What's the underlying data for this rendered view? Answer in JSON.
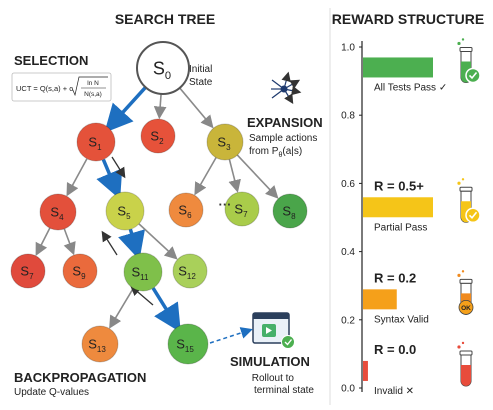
{
  "tree": {
    "title": "SEARCH TREE",
    "root_caption": [
      "Initial",
      "State"
    ],
    "nodes": [
      {
        "id": "s0",
        "label": "S",
        "sub": "0",
        "color": "#ffffff"
      },
      {
        "id": "s1",
        "label": "S",
        "sub": "1",
        "color": "#e4523a"
      },
      {
        "id": "s2",
        "label": "S",
        "sub": "2",
        "color": "#e6523a"
      },
      {
        "id": "s3",
        "label": "S",
        "sub": "3",
        "color": "#c9b53a"
      },
      {
        "id": "s4",
        "label": "S",
        "sub": "4",
        "color": "#e3503b"
      },
      {
        "id": "s5",
        "label": "S",
        "sub": "5",
        "color": "#c9d24a"
      },
      {
        "id": "s6",
        "label": "S",
        "sub": "6",
        "color": "#ef8a3e"
      },
      {
        "id": "s7r",
        "label": "S",
        "sub": "7",
        "color": "#a9cc4a"
      },
      {
        "id": "s8",
        "label": "S",
        "sub": "8",
        "color": "#4aa54a"
      },
      {
        "id": "s7",
        "label": "S",
        "sub": "7",
        "color": "#e04a3c"
      },
      {
        "id": "s9",
        "label": "S",
        "sub": "9",
        "color": "#ea6a3c"
      },
      {
        "id": "s11",
        "label": "S",
        "sub": "11",
        "color": "#7fc04a"
      },
      {
        "id": "s12",
        "label": "S",
        "sub": "12",
        "color": "#a9d05a"
      },
      {
        "id": "s13",
        "label": "S",
        "sub": "13",
        "color": "#ee8a3e"
      },
      {
        "id": "s15",
        "label": "S",
        "sub": "15",
        "color": "#5ab54a"
      }
    ],
    "ellipsis": "···"
  },
  "selection": {
    "title": "SELECTION",
    "formula": {
      "lhs": "UCT = Q(s,a) + c",
      "num": "ln N",
      "den": "N(s,a)"
    }
  },
  "expansion": {
    "title": "EXPANSION",
    "lines": [
      "Sample actions",
      "from P",
      "θ",
      "(a|s)"
    ]
  },
  "backprop": {
    "title": "BACKPROPAGATION",
    "subtitle": "Update Q-values"
  },
  "simulation": {
    "title": "SIMULATION",
    "lines": [
      "Rollout to",
      "terminal state"
    ]
  },
  "reward": {
    "title": "REWARD STRUCTURE",
    "ticks": [
      "1.0",
      "0.8",
      "0.6",
      "0.4",
      "0.2",
      "0.0"
    ],
    "tick_values": [
      1.0,
      0.8,
      0.6,
      0.4,
      0.2,
      0.0
    ],
    "bars": [
      {
        "value": 0.94,
        "width": 0.85,
        "color": "#4caf50",
        "label": "All Tests Pass ✓",
        "r": "",
        "badge": "check",
        "tube": "#4caf50"
      },
      {
        "value": 0.53,
        "width": 0.85,
        "color": "#f5c518",
        "label": "Partial Pass",
        "r": "R = 0.5+",
        "badge": "check",
        "tube": "#f5c518"
      },
      {
        "value": 0.26,
        "width": 0.41,
        "color": "#f5a01a",
        "label": "Syntax Valid",
        "r": "R = 0.2",
        "badge": "ok",
        "tube": "#f08a1e"
      },
      {
        "value": 0.05,
        "width": 0.06,
        "color": "#e84c3c",
        "label": "Invalid ✕",
        "r": "R = 0.0",
        "badge": "none",
        "tube": "#e84c3c"
      }
    ],
    "ok_text": "OK"
  }
}
